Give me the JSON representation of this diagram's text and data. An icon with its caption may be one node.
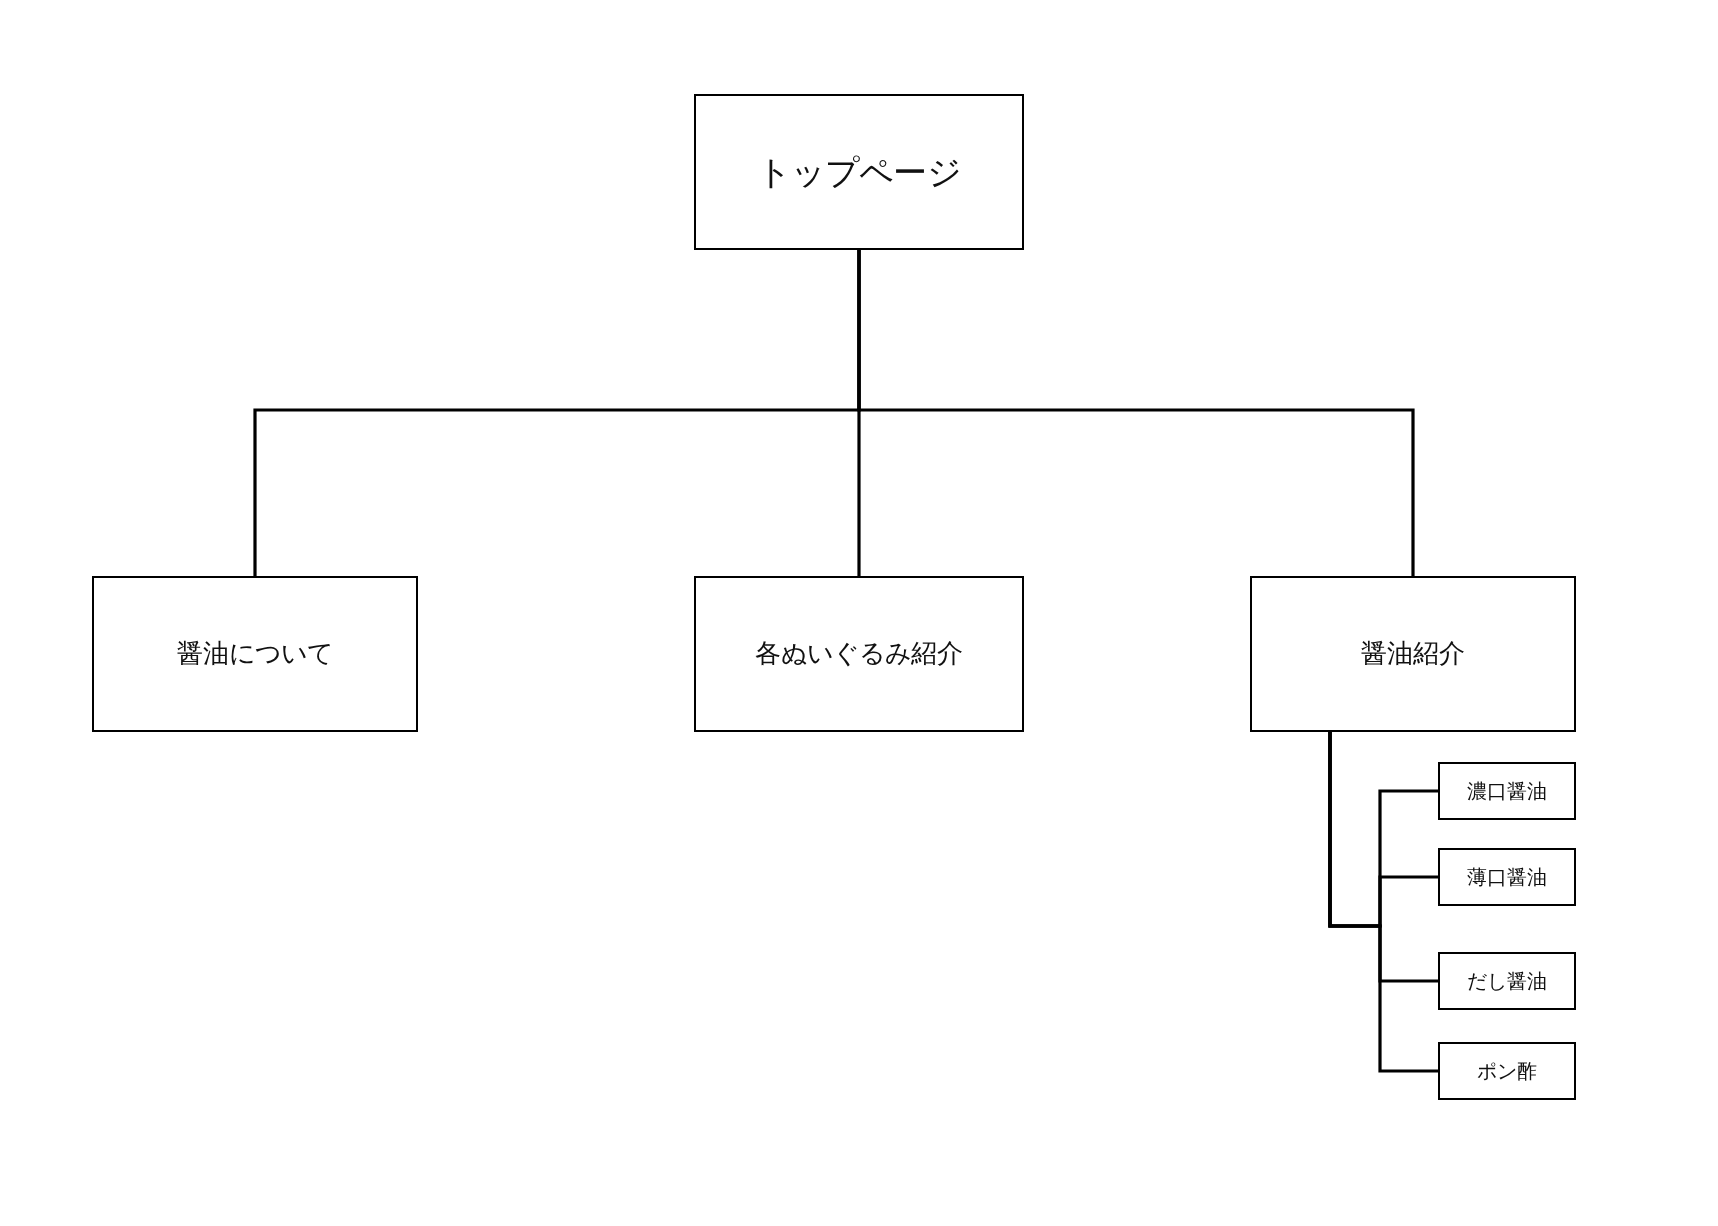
{
  "diagram": {
    "nodes": [
      {
        "text": [
          "トップページ"
        ]
      },
      {
        "text": [
          "醤油について"
        ]
      },
      {
        "text": [
          "各ぬいぐるみ紹介"
        ]
      },
      {
        "text": [
          "醤油紹介"
        ]
      },
      {
        "text": [
          "濃口醤油"
        ]
      },
      {
        "text": [
          "薄口醤油"
        ]
      },
      {
        "text": [
          "だし醤油"
        ]
      },
      {
        "text": [
          "ポン酢"
        ]
      }
    ],
    "edges": [
      {
        "from": 0,
        "to": 1,
        "arrow": "none"
      },
      {
        "from": 0,
        "to": 2,
        "arrow": "none"
      },
      {
        "from": 0,
        "to": 3,
        "arrow": "none"
      },
      {
        "from": 3,
        "to": 4,
        "arrow": "none"
      },
      {
        "from": 3,
        "to": 5,
        "arrow": "none"
      },
      {
        "from": 3,
        "to": 6,
        "arrow": "none"
      },
      {
        "from": 3,
        "to": 7,
        "arrow": "none"
      }
    ]
  }
}
